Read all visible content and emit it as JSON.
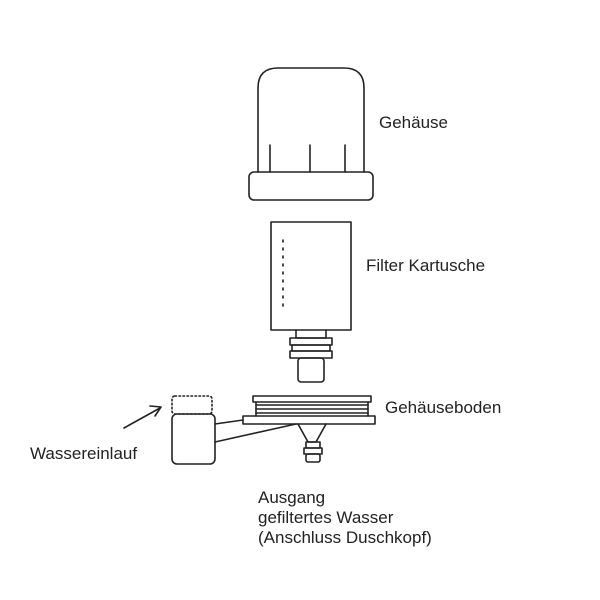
{
  "labels": {
    "housing": "Gehäuse",
    "cartridge": "Filter Kartusche",
    "base": "Gehäuseboden",
    "inlet": "Wassereinlauf",
    "outlet_line1": "Ausgang",
    "outlet_line2": "gefiltertes Wasser",
    "outlet_line3": "(Anschluss Duschkopf)"
  },
  "colors": {
    "line": "#222222",
    "background": "#ffffff"
  }
}
